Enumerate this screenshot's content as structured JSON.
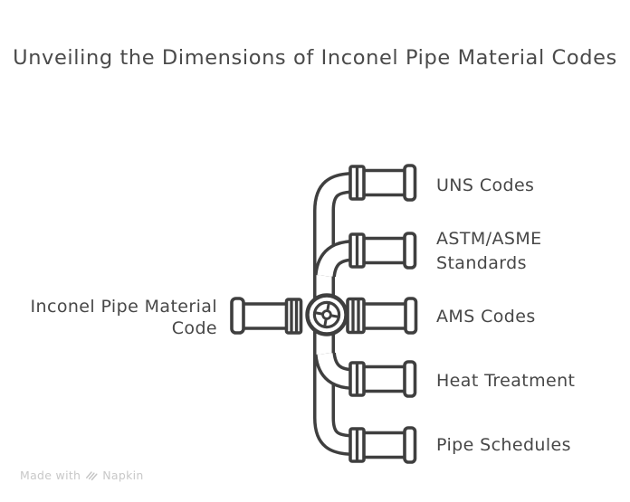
{
  "title": "Unveiling the Dimensions of Inconel Pipe Material Codes",
  "diagram": {
    "type": "pipe-manifold-mindmap",
    "center": {
      "label": "Inconel Pipe Material Code"
    },
    "branches": [
      {
        "label": "UNS Codes"
      },
      {
        "label": "ASTM/ASME Standards"
      },
      {
        "label": "AMS Codes"
      },
      {
        "label": "Heat Treatment"
      },
      {
        "label": "Pipe Schedules"
      }
    ]
  },
  "footer": {
    "made_with": "Made with",
    "brand": "Napkin"
  },
  "colors": {
    "background": "#ffffff",
    "ink": "#3f3f3f",
    "title_text": "#4a4a4a",
    "label_text": "#474747",
    "footer_text": "#c8c8c8"
  }
}
